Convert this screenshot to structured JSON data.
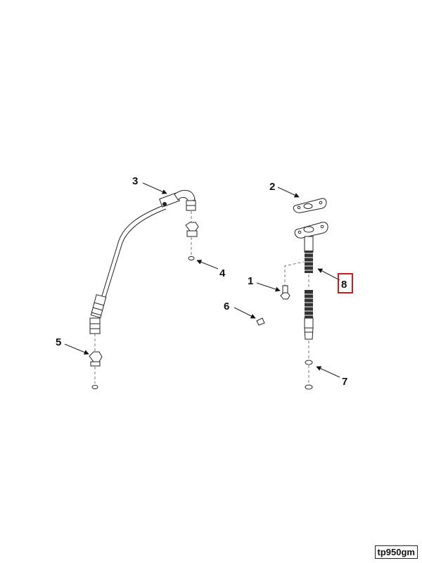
{
  "diagram": {
    "reference_code": "tp950gm",
    "highlight_color": "#d11b1b",
    "callouts": [
      {
        "id": "1",
        "label": "1"
      },
      {
        "id": "2",
        "label": "2"
      },
      {
        "id": "3",
        "label": "3"
      },
      {
        "id": "4",
        "label": "4"
      },
      {
        "id": "5",
        "label": "5"
      },
      {
        "id": "6",
        "label": "6"
      },
      {
        "id": "7",
        "label": "7"
      },
      {
        "id": "8",
        "label": "8",
        "highlighted": true
      }
    ]
  }
}
